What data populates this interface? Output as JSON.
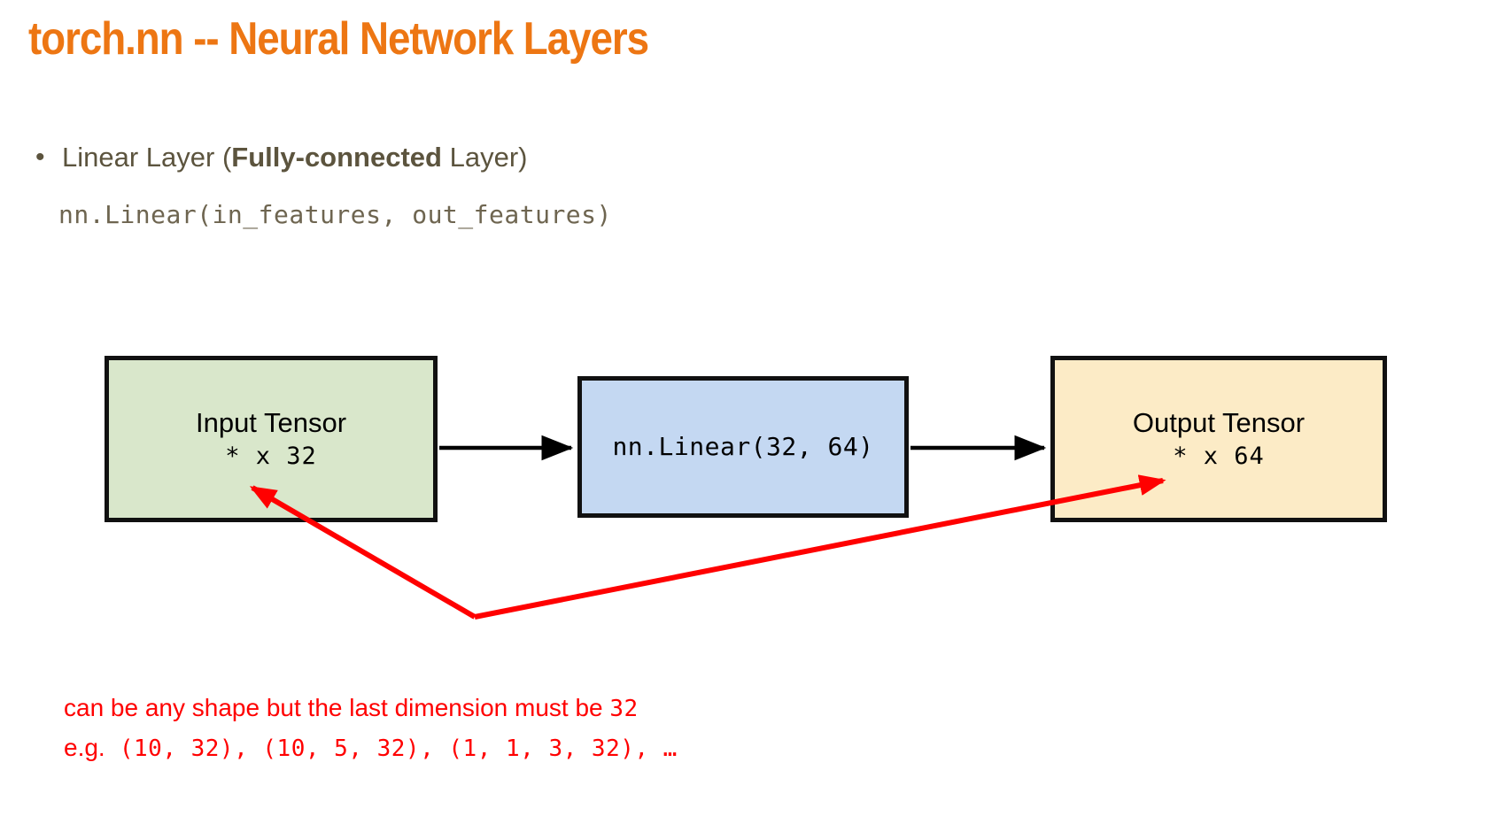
{
  "slide": {
    "title": "torch.nn -- Neural Network Layers",
    "title_color": "#ED7613",
    "background": "#FFFFFF",
    "body_text_color": "#5C543E"
  },
  "bullets": [
    {
      "marker": "•",
      "text_before": "Linear Layer (",
      "text_bold": "Fully-connected",
      "text_after": " Layer)"
    }
  ],
  "code": {
    "signature": "nn.Linear(in_features, out_features)"
  },
  "diagram": {
    "input_box": {
      "title": "Input Tensor",
      "shape": "* x 32",
      "fill": "#D9E7CB",
      "stroke": "#111111"
    },
    "layer_box": {
      "label": "nn.Linear(32, 64)",
      "fill": "#C4D8F2",
      "stroke": "#111111"
    },
    "output_box": {
      "title": "Output Tensor",
      "shape": "* x 64",
      "fill": "#FCEBC6",
      "stroke": "#111111"
    },
    "arrow_color": "#000000",
    "annotation_arrow_color": "#FF0000"
  },
  "annotation": {
    "line1_text": "can be any shape but the last dimension must be ",
    "line1_mono": "32",
    "line2_text": "e.g.",
    "line2_mono": " (10, 32), (10, 5, 32), (1, 1, 3, 32), …",
    "color": "#FF0000"
  }
}
